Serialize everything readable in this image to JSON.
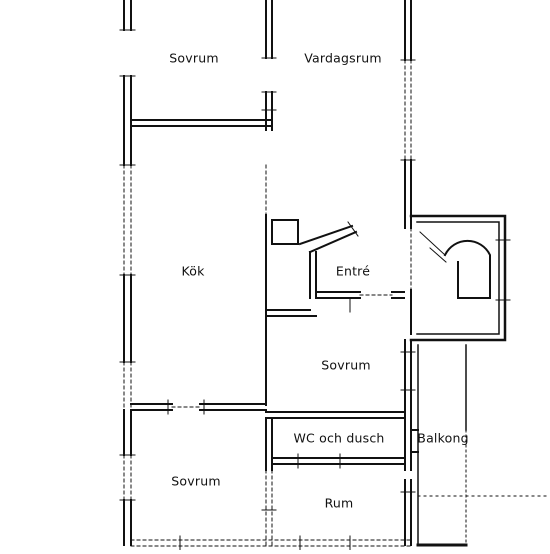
{
  "floorplan": {
    "rooms": {
      "sovrum_top": "Sovrum",
      "vardagsrum": "Vardagsrum",
      "kok": "Kök",
      "entre": "Entré",
      "sovrum_mid": "Sovrum",
      "wc": "WC och dusch",
      "balkong": "Balkong",
      "sovrum_bottom": "Sovrum",
      "rum": "Rum"
    },
    "colors": {
      "wall": "#111111",
      "background": "#ffffff"
    }
  }
}
